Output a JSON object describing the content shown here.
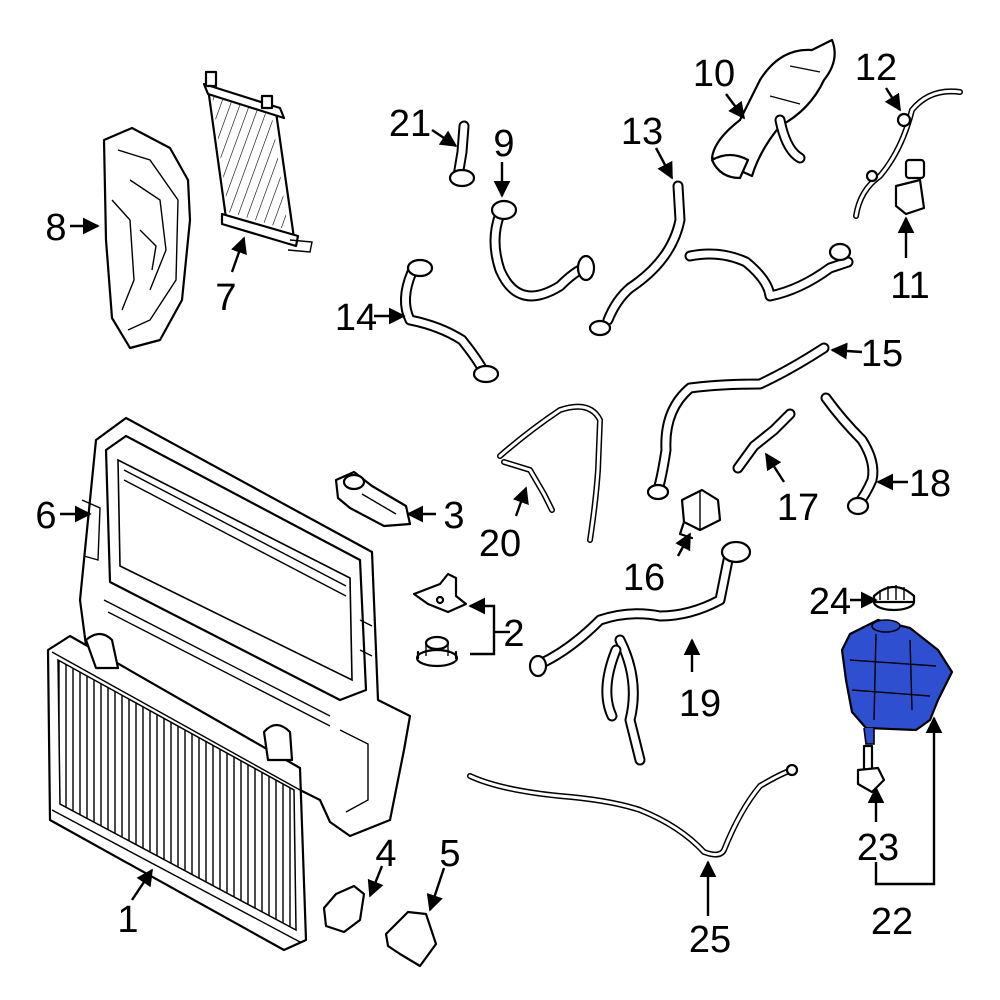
{
  "highlight_color": "#2f4fd1",
  "callouts": {
    "c1": "1",
    "c2": "2",
    "c3": "3",
    "c4": "4",
    "c5": "5",
    "c6": "6",
    "c7": "7",
    "c8": "8",
    "c9": "9",
    "c10": "10",
    "c11": "11",
    "c12": "12",
    "c13": "13",
    "c14": "14",
    "c15": "15",
    "c16": "16",
    "c17": "17",
    "c18": "18",
    "c19": "19",
    "c20": "20",
    "c21": "21",
    "c22": "22",
    "c23": "23",
    "c24": "24",
    "c25": "25"
  }
}
